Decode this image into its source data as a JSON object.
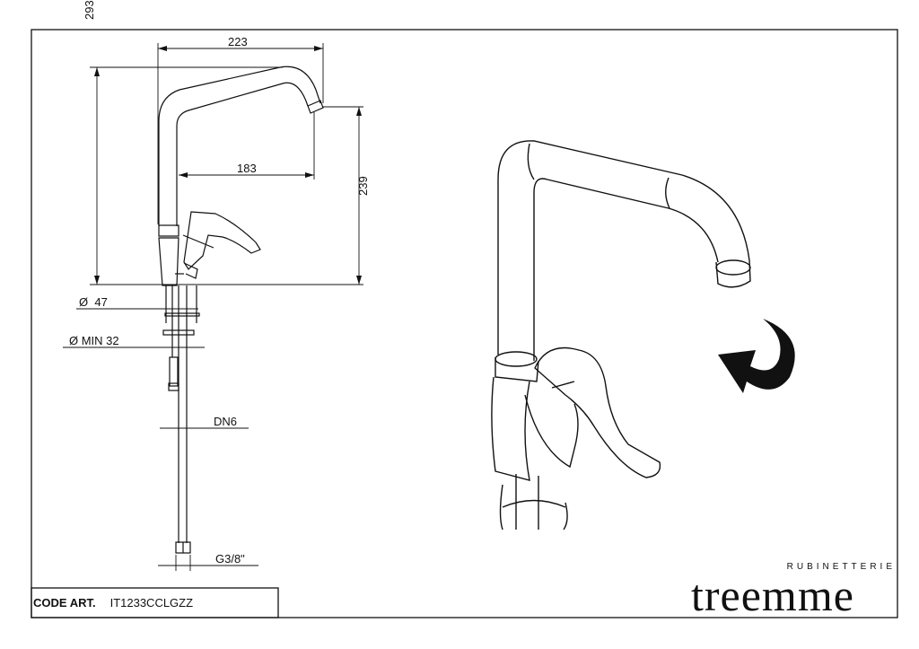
{
  "dimensions": {
    "overall_width": "223",
    "overall_height": "293",
    "spout_reach": "183",
    "spout_height": "239",
    "base_diameter": "Ø  47",
    "hole_diameter": "Ø MIN 32",
    "hose": "DN6",
    "connection": "G3/8\""
  },
  "title_block": {
    "code_label": "CODE ART.",
    "code_value": "IT1233CCLGZZ"
  },
  "brand": {
    "name": "treemme",
    "subtitle": "RUBINETTERIE"
  }
}
